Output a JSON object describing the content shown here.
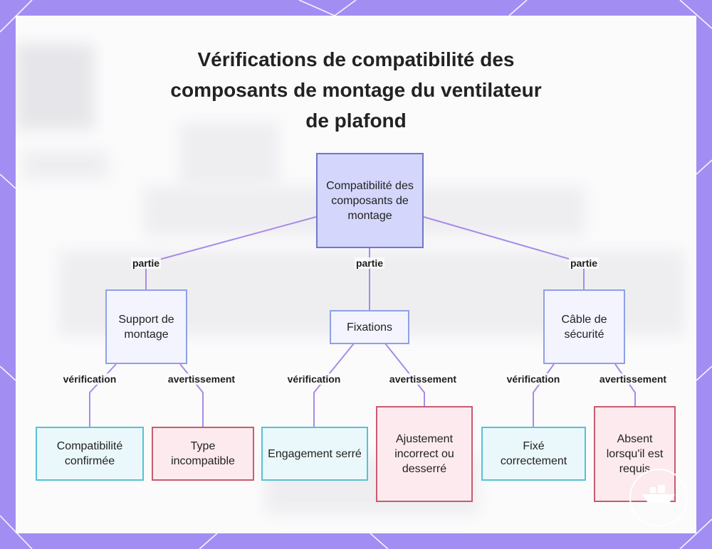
{
  "title_lines": [
    "Vérifications de compatibilité des",
    "composants de montage du ventilateur",
    "de plafond"
  ],
  "nodes": {
    "root": "Compatibilité des composants de montage",
    "support": "Support de montage",
    "fixations": "Fixations",
    "cable": "Câble de sécurité",
    "support_ok": "Compatibilité confirmée",
    "support_warn": "Type incompatible",
    "fixations_ok": "Engagement serré",
    "fixations_warn": "Ajustement incorrect ou desserré",
    "cable_ok": "Fixé correctement",
    "cable_warn": "Absent lorsqu'il est requis"
  },
  "edge_labels": {
    "root_support": "partie",
    "root_fixations": "partie",
    "root_cable": "partie",
    "support_ok": "vérification",
    "support_warn": "avertissement",
    "fixations_ok": "vérification",
    "fixations_warn": "avertissement",
    "cable_ok": "vérification",
    "cable_warn": "avertissement"
  },
  "colors": {
    "frame": "#a28ef2",
    "edge": "#a78be6",
    "root_fill": "#d4d6fb",
    "check_border": "#56c2d2",
    "warning_border": "#c85b6e"
  }
}
